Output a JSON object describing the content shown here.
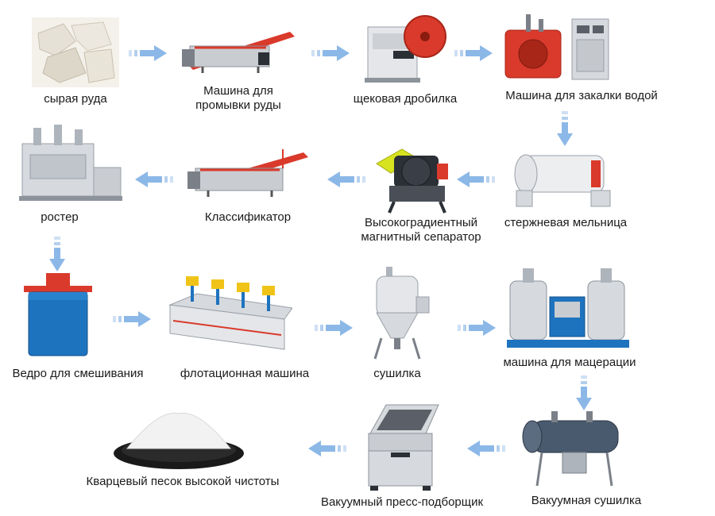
{
  "steps": {
    "s1": "сырая руда",
    "s2_line1": "Машина для",
    "s2_line2": "промывки руды",
    "s3": "щековая дробилка",
    "s4": "Машина для закалки водой",
    "s5": "стержневая мельница",
    "s6_line1": "Высокоградиентный",
    "s6_line2": "магнитный сепаратор",
    "s7": "Классификатор",
    "s8": "ростер",
    "s9": "Ведро для смешивания",
    "s10": "флотационная машина",
    "s11": "сушилка",
    "s12": "машина для мацерации",
    "s13": "Вакуумная сушилка",
    "s14": "Вакуумный пресс-подборщик",
    "s15": "Кварцевый песок высокой чистоты"
  },
  "colors": {
    "arrow": "#8cb8e8",
    "arrow_dark": "#5b96d6",
    "machine_red": "#d93a2b",
    "machine_gray": "#c9ccd1",
    "machine_steel": "#aeb4bc",
    "mixer_blue": "#1e73be",
    "ore_white": "#e9e6df",
    "sand_white": "#f2f2f2"
  }
}
